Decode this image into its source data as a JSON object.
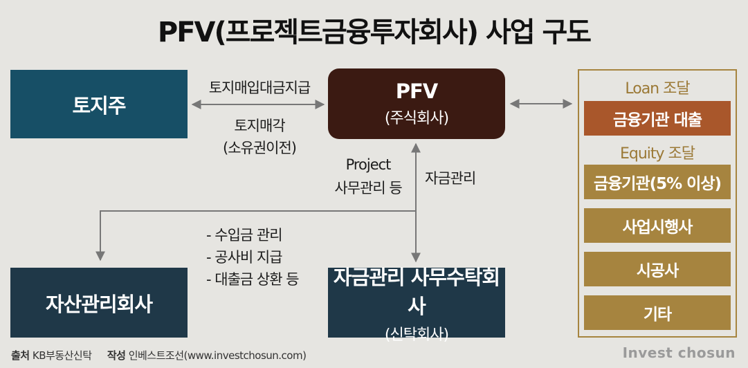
{
  "title": "PFV(프로젝트금융투자회사) 사업 구도",
  "nodes": {
    "landowner": {
      "label": "토지주"
    },
    "pfv": {
      "label": "PFV",
      "sub": "(주식회사)"
    },
    "amc": {
      "label": "자산관리회사"
    },
    "trustee": {
      "label": "자금관리 사무수탁회사",
      "sub": "(신탁회사)"
    }
  },
  "edges": {
    "land_payment": "토지매입대금지급",
    "land_sale": "토지매각",
    "land_sale_sub": "(소유권이전)",
    "project_line1": "Project",
    "project_line2": "사무관리 등",
    "fund_mgmt": "자금관리",
    "duties": [
      "- 수입금 관리",
      "- 공사비 지급",
      "- 대출금 상환 등"
    ]
  },
  "panel": {
    "loan_title": "Loan 조달",
    "loan_box": "금융기관 대출",
    "equity_title": "Equity 조달",
    "equity_boxes": [
      "금융기관(5% 이상)",
      "사업시행사",
      "시공사",
      "기타"
    ]
  },
  "colors": {
    "background": "#e6e5e1",
    "teal": "#174f66",
    "navy": "#1f3848",
    "pfv": "#3b1a12",
    "loan": "#a9572b",
    "gold": "#a6843f",
    "arrow": "#777777"
  },
  "footer": {
    "source_label": "출처",
    "source": "KB부동산신탁",
    "author_label": "작성",
    "author": "인베스트조선(www.investchosun.com)",
    "brand": "Invest chosun"
  }
}
